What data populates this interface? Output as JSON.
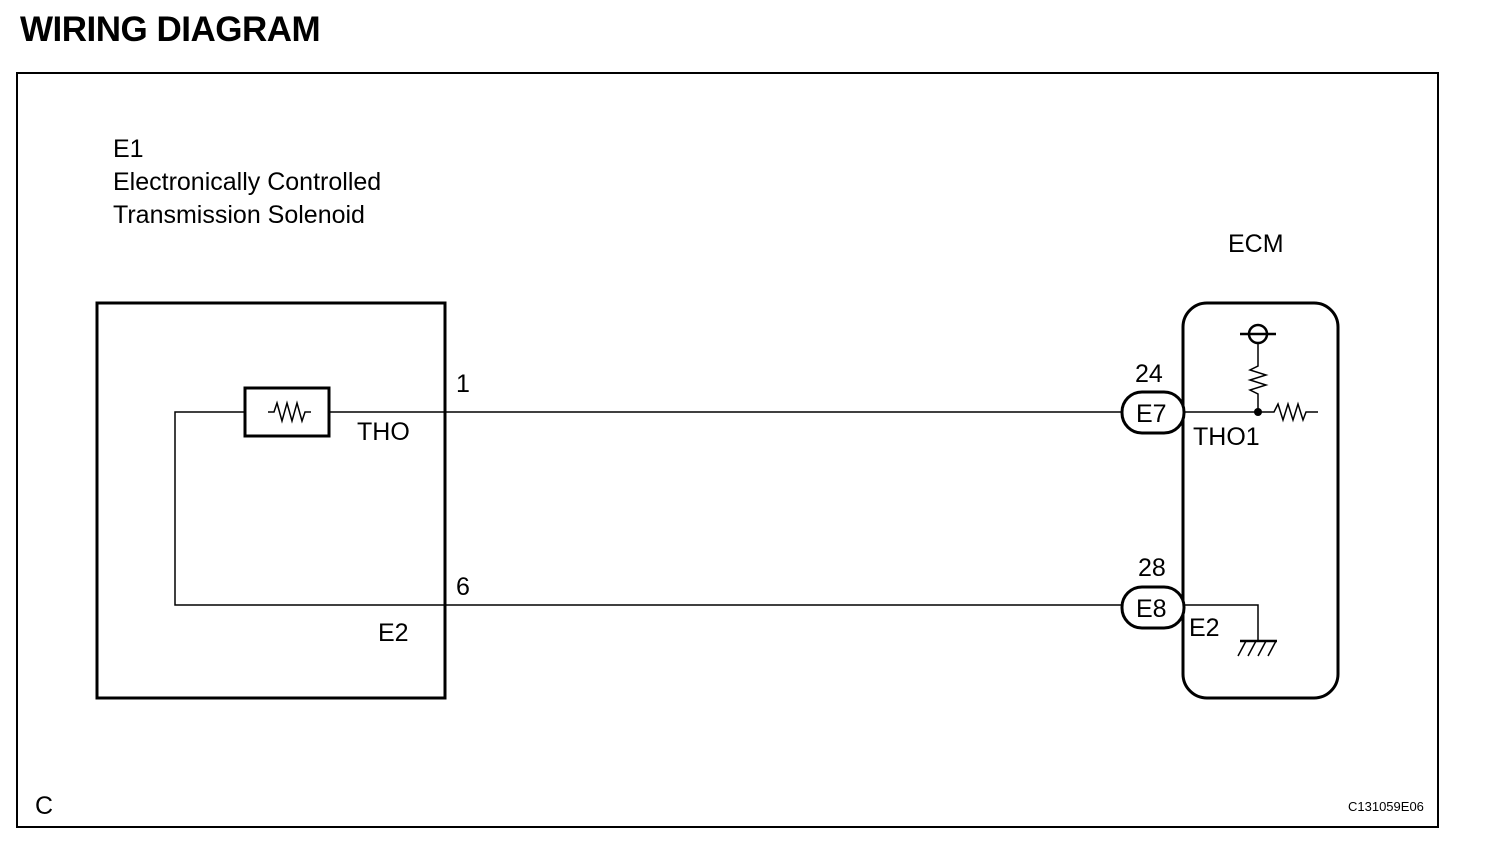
{
  "title": "WIRING DIAGRAM",
  "component": {
    "id": "E1",
    "name_line1": "Electronically Controlled",
    "name_line2": "Transmission Solenoid",
    "terminal_tho": "THO",
    "terminal_e2": "E2",
    "pin_tho": "1",
    "pin_e2": "6"
  },
  "ecm": {
    "label": "ECM",
    "pin_top": "24",
    "pin_bottom": "28",
    "connector_top": "E7",
    "connector_bottom": "E8",
    "terminal_tho1": "THO1",
    "terminal_e2": "E2"
  },
  "footer": {
    "corner_letter": "C",
    "figure_code": "C131059E06"
  }
}
